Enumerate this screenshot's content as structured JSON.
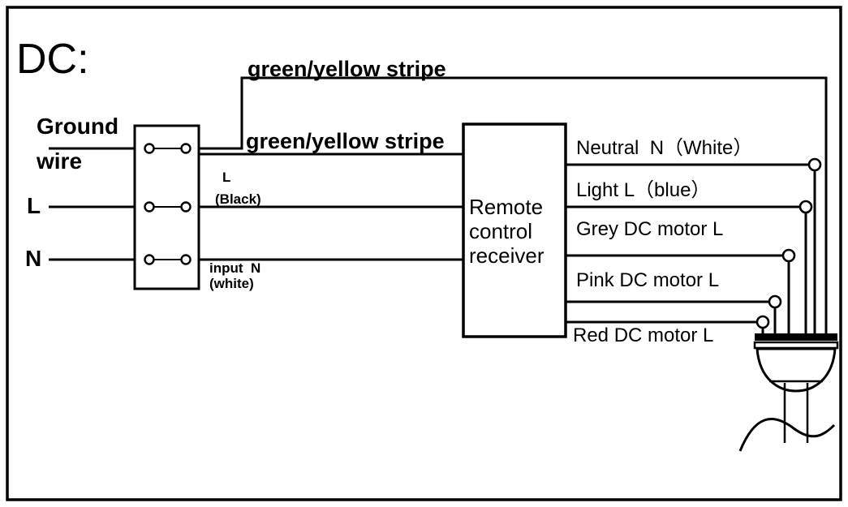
{
  "diagram": {
    "title": "DC:",
    "type": "ceiling-fan-dc-wiring-diagram",
    "border_color": "#000000",
    "line_color": "#000000",
    "background": "#ffffff"
  },
  "inputs": {
    "ground_line1": "Ground",
    "ground_line2": "wire",
    "live": "L",
    "neutral": "N"
  },
  "wire_labels": {
    "ground_upper": "green/yellow stripe",
    "ground_lower": "green/yellow stripe",
    "live_label": "L",
    "live_color": "(Black)",
    "neutral_label": "input  N",
    "neutral_color": "(white)"
  },
  "receiver": {
    "line1": "Remote",
    "line2": "control",
    "line3": "receiver"
  },
  "outputs": [
    {
      "id": "neutral",
      "label": "Neutral  N（White）"
    },
    {
      "id": "light",
      "label": "Light L（blue）"
    },
    {
      "id": "grey-motor",
      "label": "Grey DC motor L"
    },
    {
      "id": "pink-motor",
      "label": "Pink DC motor L"
    },
    {
      "id": "red-motor",
      "label": "Red DC motor L"
    }
  ],
  "terminal_block": {
    "rows": 3,
    "contacts_per_row": 2
  },
  "fan": {
    "name": "ceiling-fan-motor-housing"
  }
}
